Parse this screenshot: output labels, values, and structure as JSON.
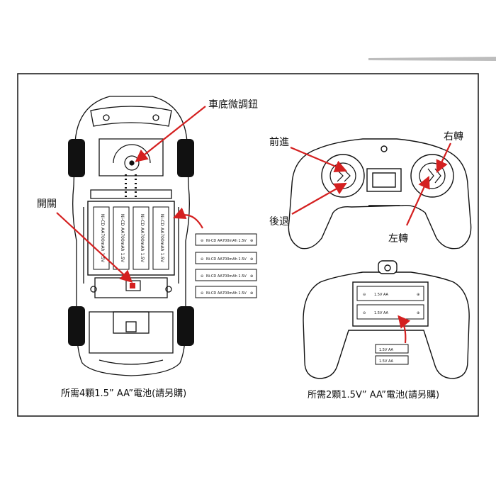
{
  "labels": {
    "chassis_trim": "車底微調鈕",
    "switch": "開關",
    "forward": "前進",
    "backward": "後退",
    "right_turn": "右轉",
    "left_turn": "左轉"
  },
  "captions": {
    "car": "所需4顆1.5” AA”電池(請另購)",
    "remote": "所需2顆1.5V” AA”電池(請另購)"
  },
  "car_batteries": {
    "label": "Ni-CD AA700mAh 1.5V",
    "items": [
      "Ni-CD AA700mAh 1.5V",
      "Ni-CD AA700mAh 1.5V",
      "Ni-CD AA700mAh 1.5V",
      "Ni-CD AA700mAh 1.5V"
    ]
  },
  "car_compartment_batteries": [
    "Ni-CD AA700mAh 1.5V",
    "Ni-CD AA700mAh 1.5V",
    "Ni-CD AA700mAh 1.5V",
    "Ni-CD AA700mAh 1.5V"
  ],
  "remote_batteries": {
    "loose": [
      "1.5V AA",
      "1.5V AA"
    ],
    "installed": [
      "1.5V AA",
      "1.5V AA"
    ]
  },
  "colors": {
    "accent": "#d42020",
    "line": "#111111",
    "frame": "#222222"
  }
}
